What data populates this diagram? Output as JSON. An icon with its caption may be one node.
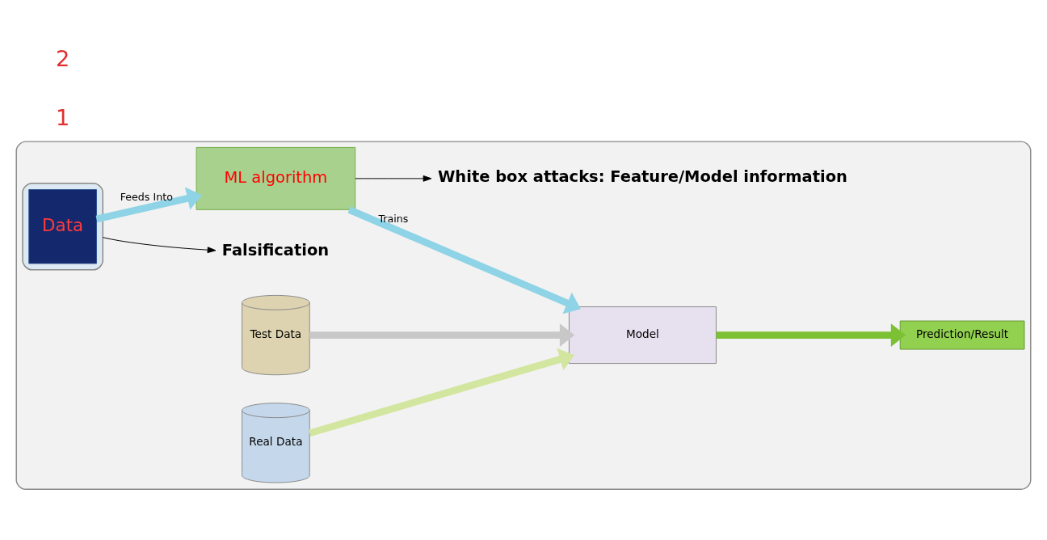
{
  "diagram": {
    "nodes": [
      {
        "text": [],
        "shape": "box"
      },
      {
        "text": [
          "Falsification"
        ],
        "in": 0
      },
      {
        "text": [
          "White box attacks: Feature/Model information"
        ],
        "in": 0
      },
      {
        "text": [],
        "shape": "cylinder",
        "in": 0
      },
      {
        "text": [
          "Data"
        ],
        "in": 3
      },
      {
        "text": [
          "ML algorithm"
        ],
        "in": 0
      },
      {
        "text": [
          "Test Data"
        ],
        "in": 0
      },
      {
        "text": [
          "Real Data"
        ],
        "in": 0
      },
      {
        "text": [
          "Model"
        ],
        "in": 0
      },
      {
        "text": [
          "Prediction/Result"
        ],
        "in": 0
      }
    ],
    "edges": [
      {
        "from": 3,
        "to": 1,
        "arrow": "to"
      },
      {
        "from": 5,
        "to": 2,
        "arrow": "to"
      },
      {
        "from": 4,
        "to": 5,
        "arrow": "to",
        "label": "Feeds Into",
        "color": "#8fd3e6"
      },
      {
        "from": 5,
        "to": 8,
        "arrow": "to",
        "label": "Trains",
        "color": "#8fd3e6"
      },
      {
        "from": 6,
        "to": 8,
        "arrow": "to",
        "color": "#c8c8c8"
      },
      {
        "from": 7,
        "to": 8,
        "arrow": "to",
        "color": "#d3e6a0"
      },
      {
        "from": 8,
        "to": 9,
        "arrow": "to",
        "color": "#7cc033"
      }
    ],
    "labels": [
      "1",
      "2"
    ]
  }
}
